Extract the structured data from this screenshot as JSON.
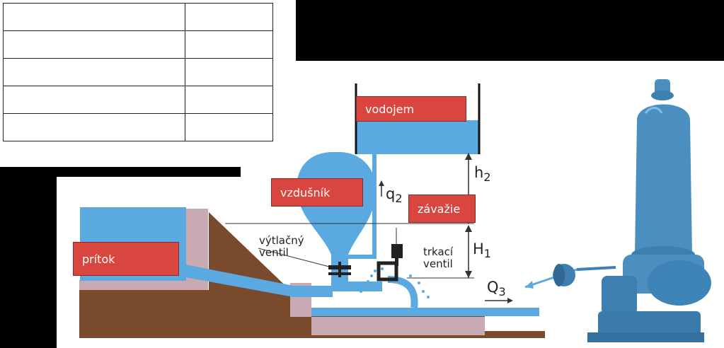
{
  "table": {
    "rows": [
      {
        "label": "",
        "value": ""
      },
      {
        "label": "",
        "value": ""
      },
      {
        "label": "",
        "value": ""
      },
      {
        "label": "",
        "value": ""
      },
      {
        "label": "",
        "value": ""
      }
    ]
  },
  "labels": {
    "vodojem": "vodojem",
    "vzdusnik": "vzdušník",
    "zavazie": "závažie",
    "pritok": "prítok",
    "vytlacny_line1": "výtlačný",
    "vytlacny_line2": "ventil",
    "trkaci_line1": "trkací",
    "trkaci_line2": "ventil",
    "h2_base": "h",
    "h2_sub": "2",
    "H1_base": "H",
    "H1_sub": "1",
    "q2_base": "q",
    "q2_sub": "2",
    "Q3_base": "Q",
    "Q3_sub": "3"
  },
  "colors": {
    "water": "#5aa9e0",
    "label_red": "#d9453f",
    "earth": "#7a4a2c",
    "concrete": "#c9a9b2",
    "pump_body": "#4a8fbf"
  }
}
